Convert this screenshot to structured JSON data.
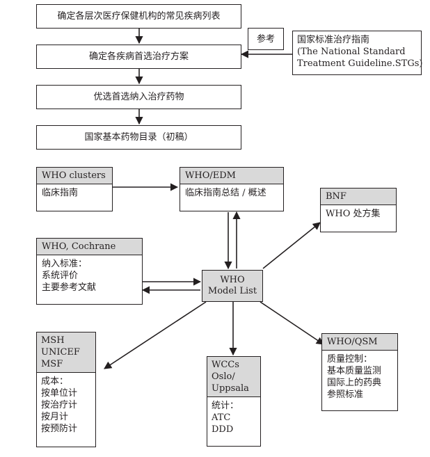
{
  "flowchart": {
    "steps": [
      "确定各层次医疗保健机构的常见疾病列表",
      "确定各疾病首选治疗方案",
      "优选首选纳入治疗药物",
      "国家基本药物目录（初稿）"
    ],
    "reference_label": "参考",
    "guideline_lines": [
      "国家标准治疗指南",
      "(The National Standard",
      "Treatment Guideline.STGs)"
    ]
  },
  "network": {
    "center_lines": [
      "WHO",
      "Model List"
    ],
    "who_clusters": {
      "header": "WHO clusters",
      "body": [
        "临床指南"
      ]
    },
    "who_edm": {
      "header": "WHO/EDM",
      "body": [
        "临床指南总结 / 概述"
      ]
    },
    "bnf": {
      "header": "BNF",
      "body": [
        "WHO 处方集"
      ]
    },
    "cochrane": {
      "header": "WHO, Cochrane",
      "body": [
        "纳入标准：",
        "系统评价",
        "主要参考文献"
      ]
    },
    "msh": {
      "header": [
        "MSH",
        "UNICEF",
        "MSF"
      ],
      "body": [
        "成本：",
        "按单位计",
        "按治疗计",
        "按月计",
        "按预防计"
      ]
    },
    "wccs": {
      "header": [
        "WCCs",
        "Oslo/",
        "Uppsala"
      ],
      "body": [
        "统计：",
        "ATC",
        "DDD"
      ]
    },
    "qsm": {
      "header": "WHO/QSM",
      "body": [
        "质量控制：",
        "基本质量监测",
        "国际上的药典",
        "参照标准"
      ]
    }
  },
  "colors": {
    "stroke": "#231f20",
    "header_fill": "#d9d9d9",
    "center_fill": "#d9d9d9"
  }
}
